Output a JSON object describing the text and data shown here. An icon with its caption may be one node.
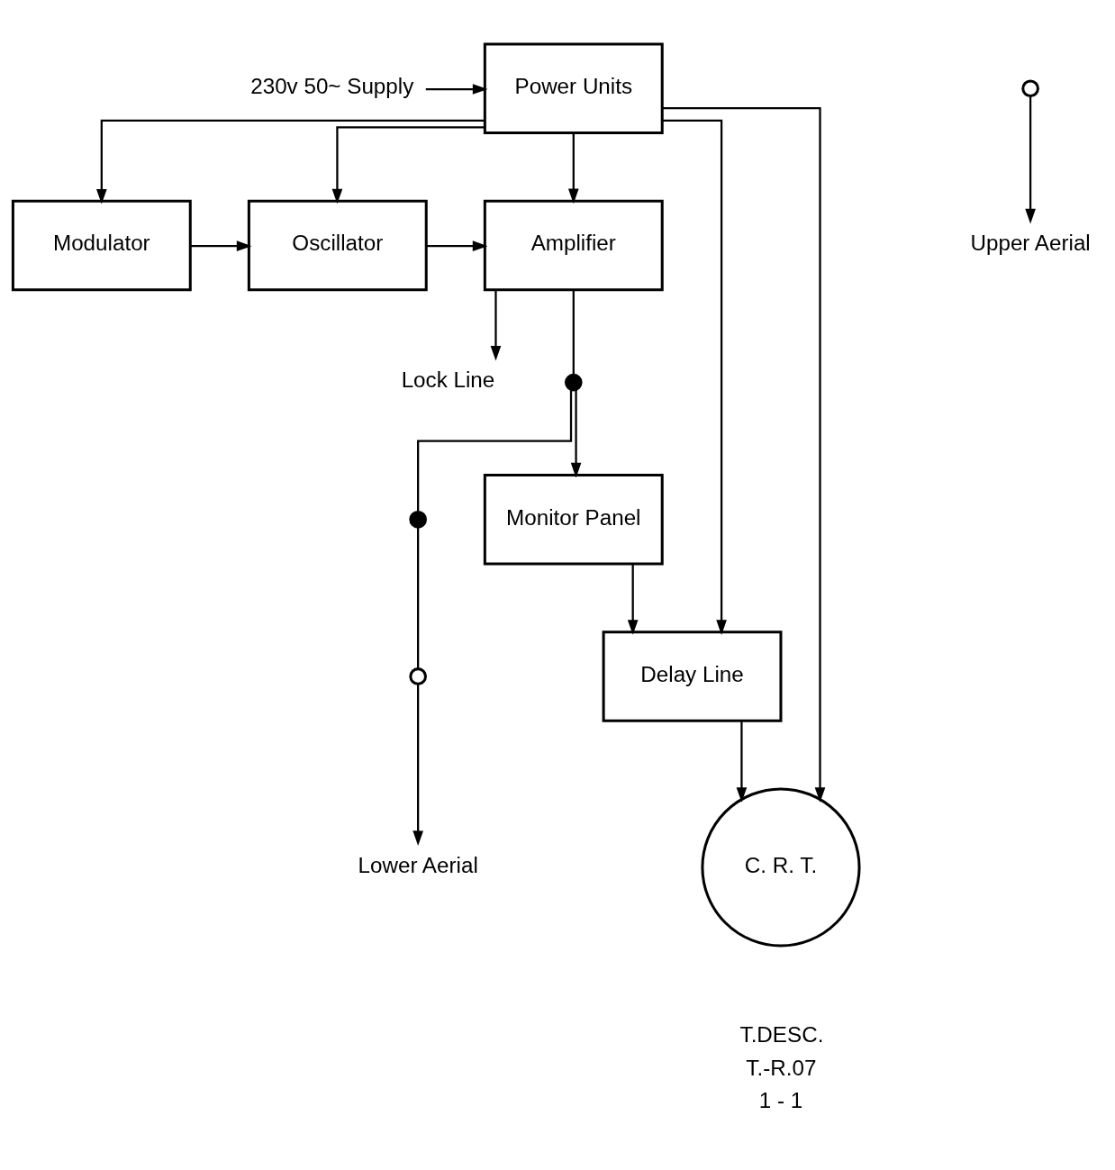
{
  "diagram": {
    "nodes": [
      {
        "text": [
          "Modulator"
        ]
      },
      {
        "text": [
          "Oscillator"
        ]
      },
      {
        "text": [
          "Amplifier"
        ]
      },
      {
        "text": [
          "Power Units"
        ]
      },
      {
        "text": [
          "Delay Line"
        ]
      },
      {
        "text": [
          "Monitor Panel"
        ]
      },
      {
        "text": [
          "C. R. T."
        ]
      },
      {
        "text": [
          "230v 50~ Supply"
        ]
      },
      {
        "text": [
          "Lock Line"
        ]
      },
      {
        "text": [
          "Upper Aerial"
        ]
      },
      {
        "text": [
          "Lower Aerial"
        ]
      },
      {
        "text": [],
        "shape": "circle"
      },
      {
        "text": [],
        "shape": "circle"
      },
      {
        "text": [],
        "shape": "circle"
      },
      {
        "text": [],
        "shape": "circle"
      }
    ],
    "edges": [
      {
        "from": 0,
        "to": 1,
        "arrow": "to"
      },
      {
        "from": 1,
        "to": 2,
        "arrow": "to"
      },
      {
        "from": 3,
        "to": 0,
        "arrow": "to"
      },
      {
        "from": 3,
        "to": 1,
        "arrow": "to"
      },
      {
        "from": 3,
        "to": 2,
        "arrow": "to"
      },
      {
        "from": 7,
        "to": 3,
        "arrow": "to"
      },
      {
        "from": 3,
        "to": 4,
        "arrow": "to"
      },
      {
        "from": 5,
        "to": 4,
        "arrow": "to"
      },
      {
        "from": 3,
        "to": 6,
        "arrow": "to"
      },
      {
        "from": 4,
        "to": 6,
        "arrow": "to"
      },
      {
        "from": 2,
        "to": 8,
        "arrow": "to"
      },
      {
        "from": 2,
        "to": 11,
        "arrow": "none"
      },
      {
        "from": 11,
        "to": 5,
        "arrow": "to"
      },
      {
        "from": 11,
        "to": 12,
        "arrow": "none"
      },
      {
        "from": 12,
        "to": 14,
        "arrow": "none"
      },
      {
        "from": 13,
        "to": 9,
        "arrow": "to"
      },
      {
        "from": 14,
        "to": 10,
        "arrow": "to"
      }
    ],
    "labels": [
      "T.DESC.",
      "T.-R.07",
      "1 - 1"
    ]
  }
}
